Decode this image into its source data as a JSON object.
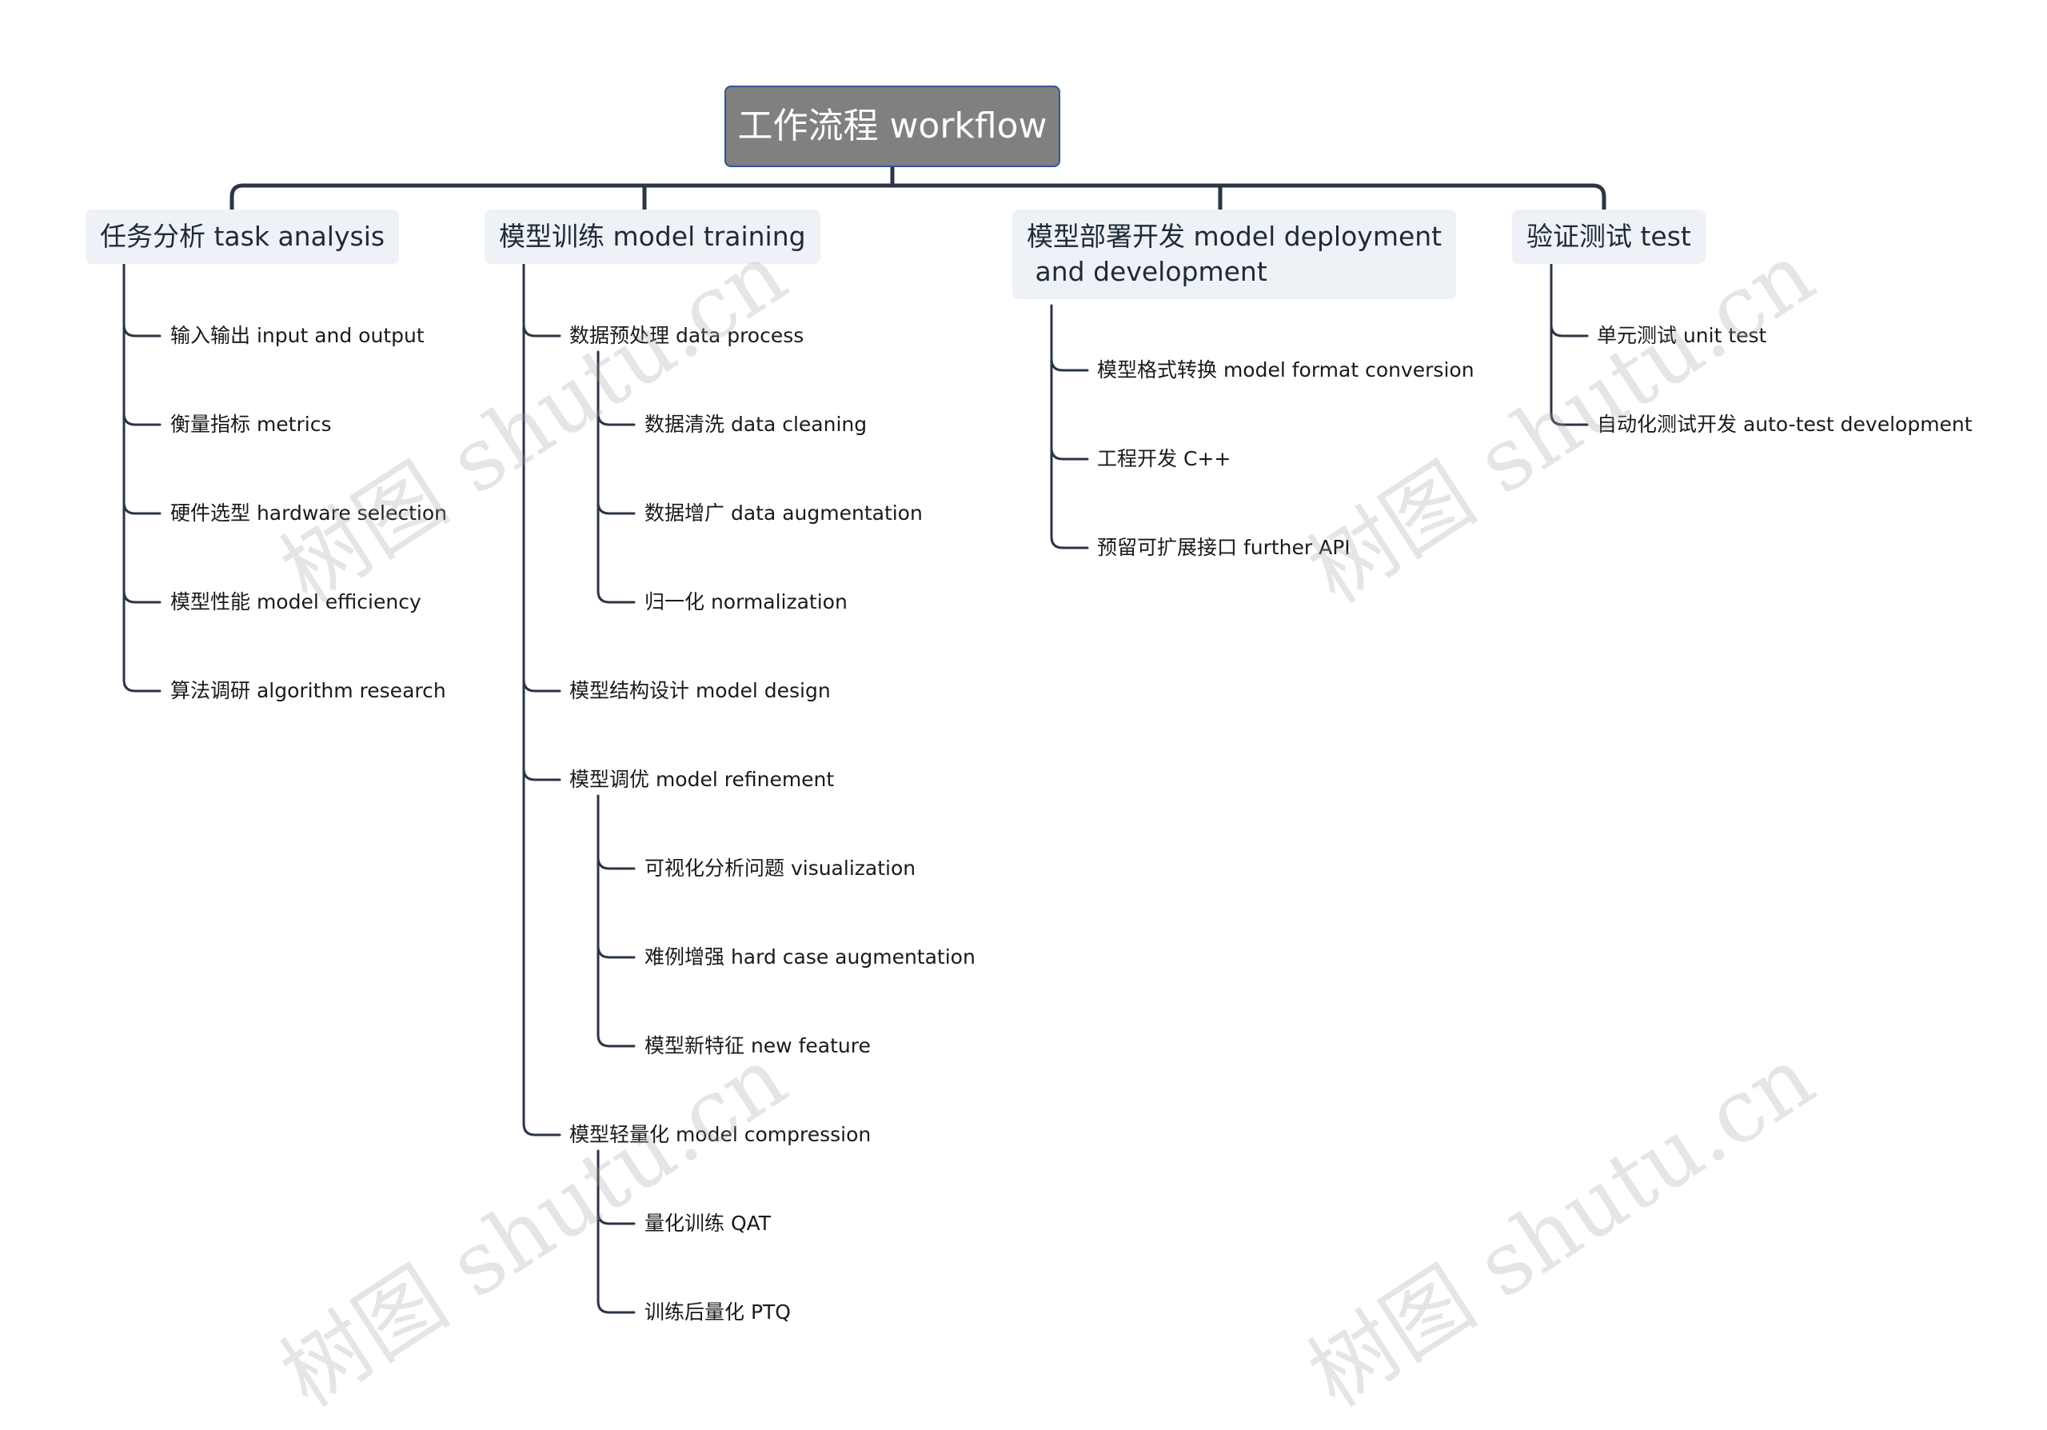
{
  "mindmap": {
    "root": "工作流程 workflow",
    "branches": [
      {
        "label": "任务分析 task analysis",
        "children": [
          {
            "label": "输入输出 input and output"
          },
          {
            "label": "衡量指标 metrics"
          },
          {
            "label": "硬件选型 hardware selection"
          },
          {
            "label": "模型性能 model efficiency"
          },
          {
            "label": "算法调研 algorithm research"
          }
        ]
      },
      {
        "label": "模型训练 model training",
        "children": [
          {
            "label": "数据预处理 data process",
            "children": [
              {
                "label": "数据清洗 data cleaning"
              },
              {
                "label": "数据增广 data augmentation"
              },
              {
                "label": "归一化 normalization"
              }
            ]
          },
          {
            "label": "模型结构设计 model design"
          },
          {
            "label": "模型调优 model refinement",
            "children": [
              {
                "label": "可视化分析问题 visualization"
              },
              {
                "label": "难例增强 hard case augmentation"
              },
              {
                "label": "模型新特征 new feature"
              }
            ]
          },
          {
            "label": "模型轻量化 model compression",
            "children": [
              {
                "label": "量化训练 QAT"
              },
              {
                "label": "训练后量化 PTQ"
              }
            ]
          }
        ]
      },
      {
        "label": "模型部署开发 model deployment\n and development",
        "label_lines": [
          "模型部署开发 model deployment",
          " and development"
        ],
        "children": [
          {
            "label": "模型格式转换 model format conversion"
          },
          {
            "label": "工程开发 C++"
          },
          {
            "label": "预留可扩展接口 further API"
          }
        ]
      },
      {
        "label": "验证测试 test",
        "children": [
          {
            "label": "单元测试 unit test"
          },
          {
            "label": "自动化测试开发 auto-test development"
          }
        ]
      }
    ]
  },
  "watermark": "树图 shutu.cn",
  "colors": {
    "root_fill": "#808080",
    "root_border": "#2f5597",
    "branch_fill": "#eef2f6",
    "connector": "#2b3544"
  }
}
